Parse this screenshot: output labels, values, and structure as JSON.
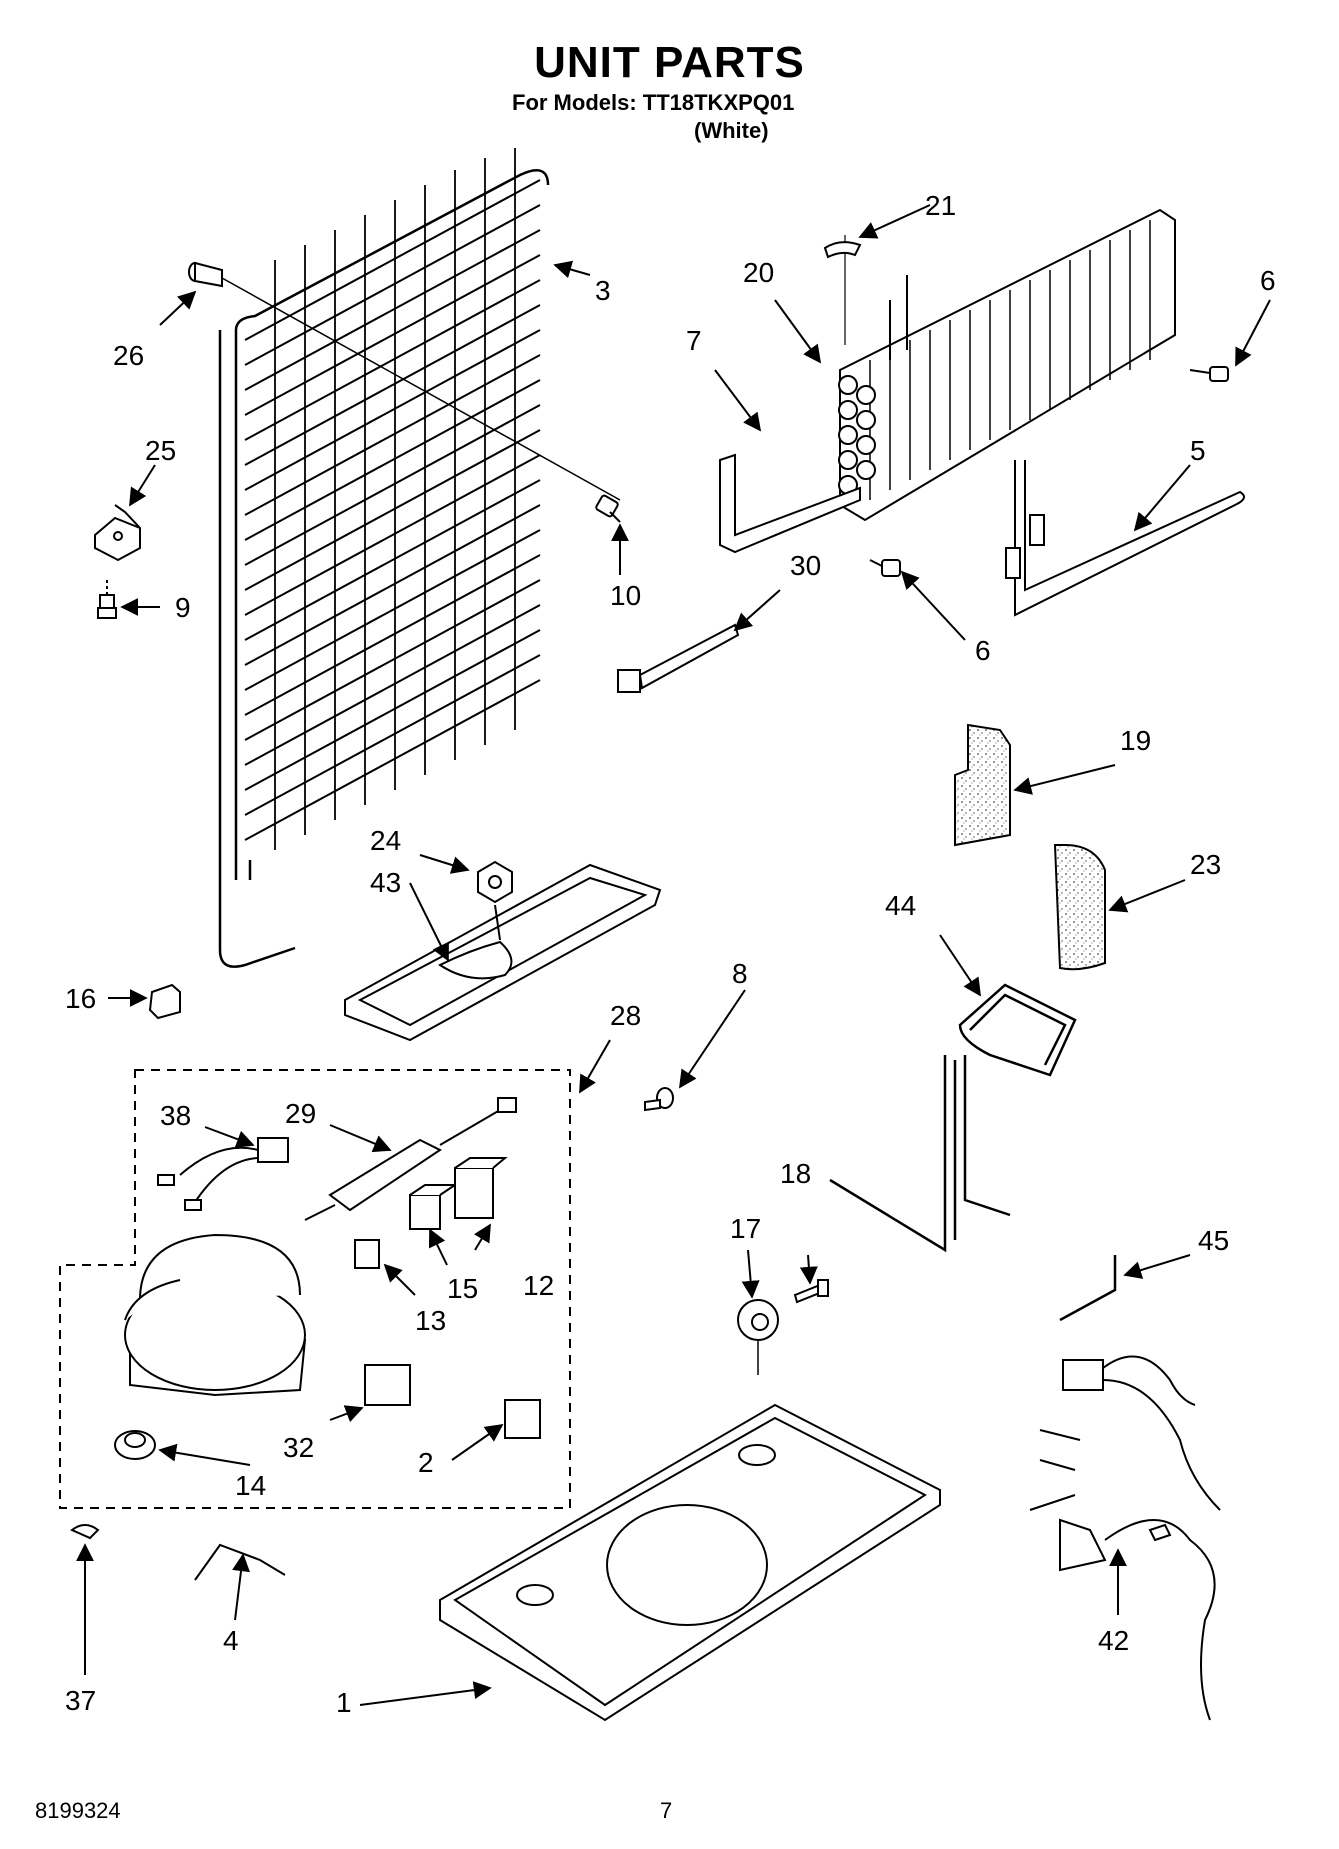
{
  "header": {
    "title": "UNIT PARTS",
    "models_line": "For Models: TT18TKXPQ01",
    "color_line": "(White)"
  },
  "footer": {
    "document_number": "8199324",
    "page_number": "7"
  },
  "callouts": [
    "1",
    "2",
    "3",
    "4",
    "5",
    "6",
    "6",
    "7",
    "8",
    "9",
    "10",
    "12",
    "13",
    "14",
    "15",
    "16",
    "17",
    "18",
    "19",
    "20",
    "21",
    "23",
    "24",
    "25",
    "26",
    "28",
    "29",
    "30",
    "32",
    "37",
    "38",
    "42",
    "43",
    "44",
    "45"
  ]
}
